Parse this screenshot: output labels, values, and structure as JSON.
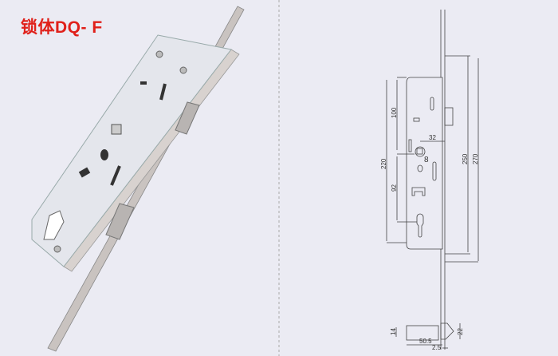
{
  "title": "锁体DQ- F",
  "dimensions": {
    "d100": "100",
    "d220": "220",
    "d92": "92",
    "d32": "32",
    "d8": "8",
    "d250": "250",
    "d270": "270",
    "d14": "14",
    "d50_5": "50.5",
    "d2_5": "2.5",
    "d22": "22"
  },
  "colors": {
    "title": "#e0201a",
    "background": "#ebebf3"
  }
}
